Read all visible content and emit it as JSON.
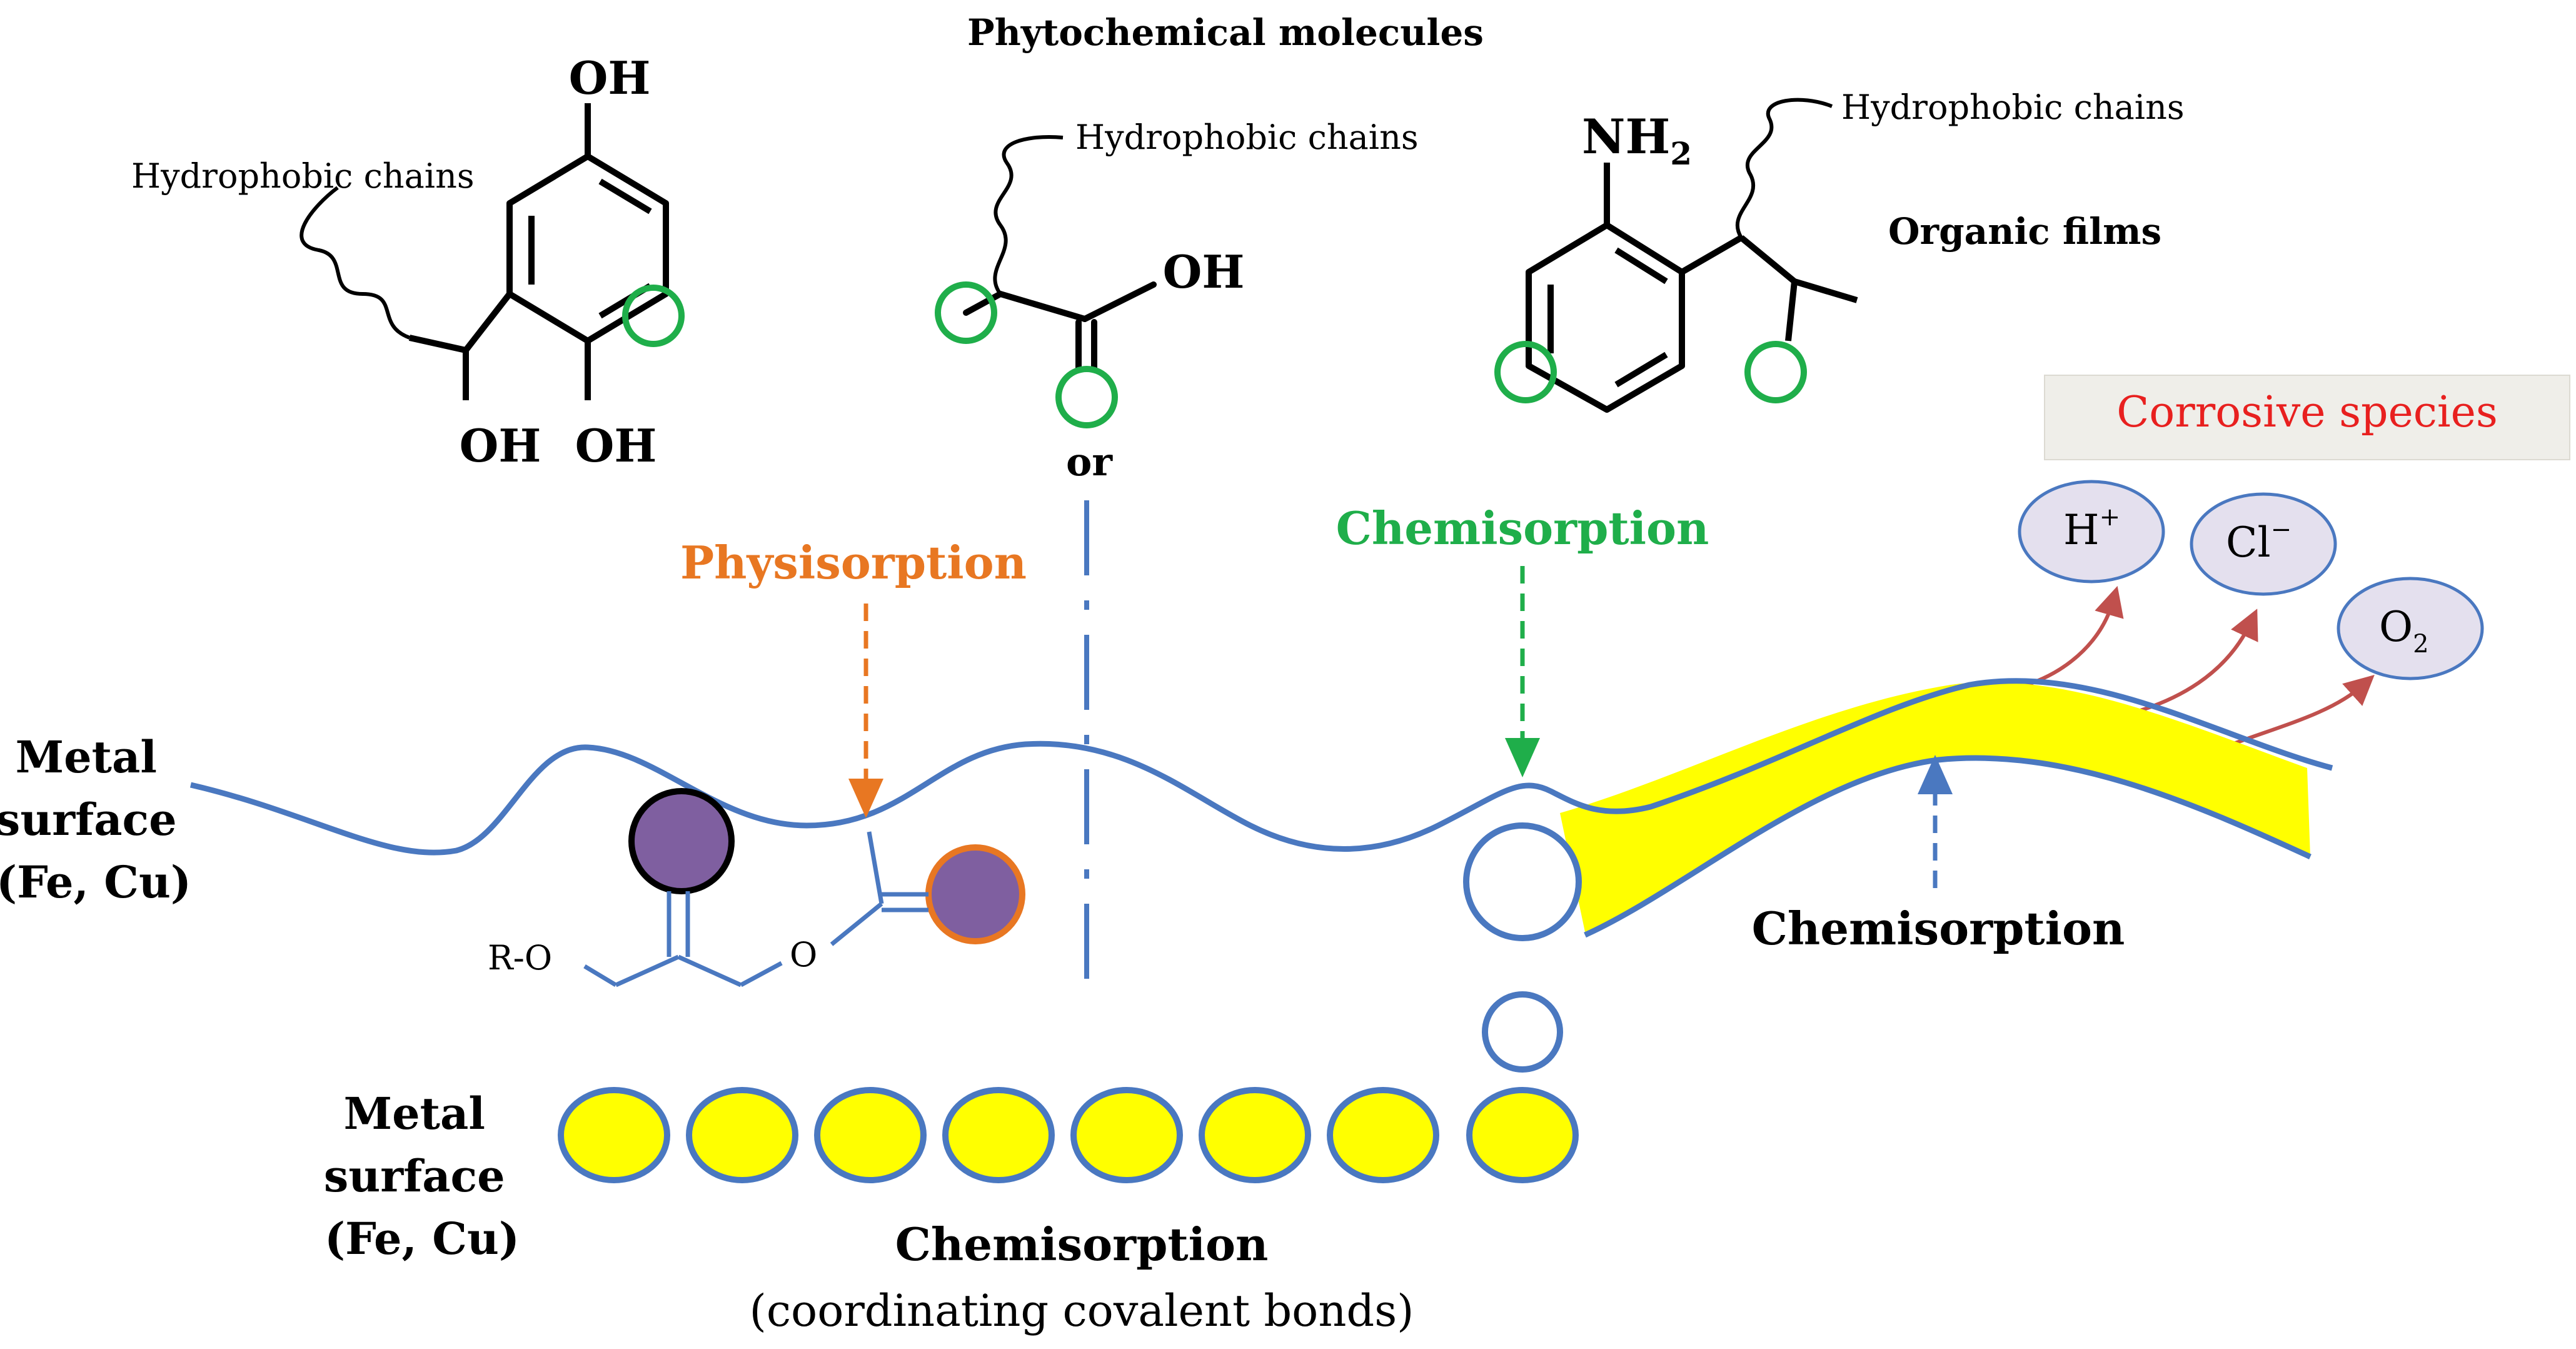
{
  "title": "Phytochemical molecules",
  "labels": {
    "hydrophobic_chains_1": "Hydrophobic chains",
    "hydrophobic_chains_2": "Hydrophobic chains",
    "hydrophobic_chains_3": "Hydrophobic chains",
    "organic_films": "Organic films",
    "or": "or",
    "physisorption": "Physisorption",
    "chemisorption_top": "Chemisorption",
    "chemisorption_film": "Chemisorption",
    "chemisorption_bottom": "Chemisorption",
    "coordinating_bonds": "(coordinating covalent bonds)",
    "metal_surface_1_line1": "Metal",
    "metal_surface_1_line2": "surface",
    "metal_surface_1_line3": "(Fe, Cu)",
    "metal_surface_2_line1": "Metal",
    "metal_surface_2_line2": "surface",
    "metal_surface_2_line3": "(Fe, Cu)",
    "r_o": "R-O",
    "o": "O"
  },
  "molecules": {
    "oh_top": "OH",
    "oh_left": "OH",
    "oh_right": "OH",
    "oh_acid": "OH",
    "nh2_base": "NH",
    "nh2_sub": "2"
  },
  "corrosive": {
    "title": "Corrosive species",
    "h_base": "H",
    "h_sup": "+",
    "cl_base": "Cl",
    "cl_sup": "−",
    "o2_base": "O",
    "o2_sub": "2"
  },
  "colors": {
    "line_blue": "#4a78c0",
    "orange": "#e87722",
    "green": "#1fae4a",
    "red_text": "#e8201f",
    "film_yellow": "#ffff00",
    "purple": "#7f5fa0",
    "ion_fill": "#e4e0ee",
    "arrow_red": "#c0504d",
    "box_fill": "#efeee9"
  }
}
